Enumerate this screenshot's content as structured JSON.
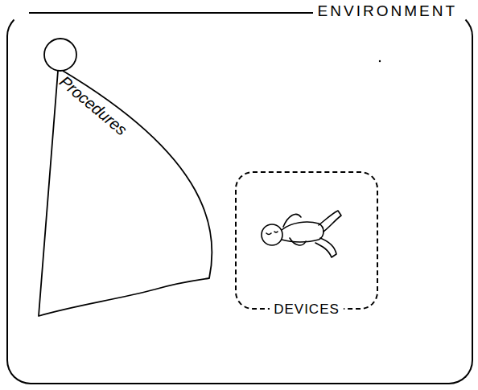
{
  "diagram": {
    "nodes": [
      {
        "text": [
          "ENVIRONMENT"
        ]
      },
      {
        "text": [
          "Procedures"
        ],
        "in": 0
      },
      {
        "text": [
          "DEVICES"
        ],
        "in": 0
      }
    ]
  }
}
